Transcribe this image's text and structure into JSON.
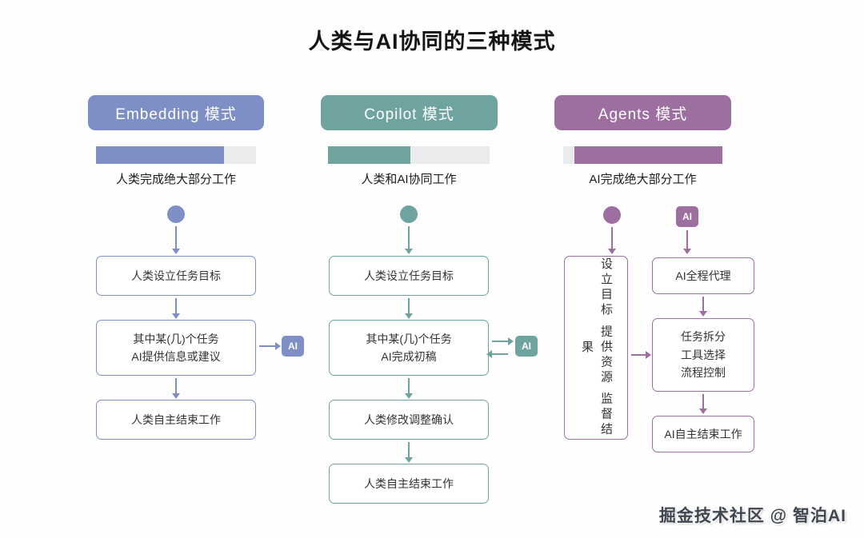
{
  "title": "人类与AI协同的三种模式",
  "watermark": "掘金技术社区 @ 智泊AI",
  "colors": {
    "embedding": "#7D8FC4",
    "copilot": "#6FA3A0",
    "agents": "#9D6EA0",
    "track": "#EAEBED"
  },
  "embedding": {
    "header": "Embedding 模式",
    "bar_label": "人类完成绝大部分工作",
    "fill_percent": 80,
    "step1": "人类设立任务目标",
    "step2_line1": "其中某(几)个任务",
    "step2_line2": "AI提供信息或建议",
    "step3": "人类自主结束工作",
    "ai_label": "AI"
  },
  "copilot": {
    "header": "Copilot 模式",
    "bar_label": "人类和AI协同工作",
    "fill_percent": 51,
    "step1": "人类设立任务目标",
    "step2_line1": "其中某(几)个任务",
    "step2_line2": "AI完成初稿",
    "step3": "人类修改调整确认",
    "step4": "人类自主结束工作",
    "ai_label": "AI"
  },
  "agents": {
    "header": "Agents 模式",
    "bar_label": "AI完成绝大部分工作",
    "fill_percent": 93,
    "left_box": "设立目标 提供资源 监督结果",
    "ai_top_label": "AI",
    "step1": "AI全程代理",
    "step2_line1": "任务拆分",
    "step2_line2": "工具选择",
    "step2_line3": "流程控制",
    "step3": "AI自主结束工作"
  }
}
